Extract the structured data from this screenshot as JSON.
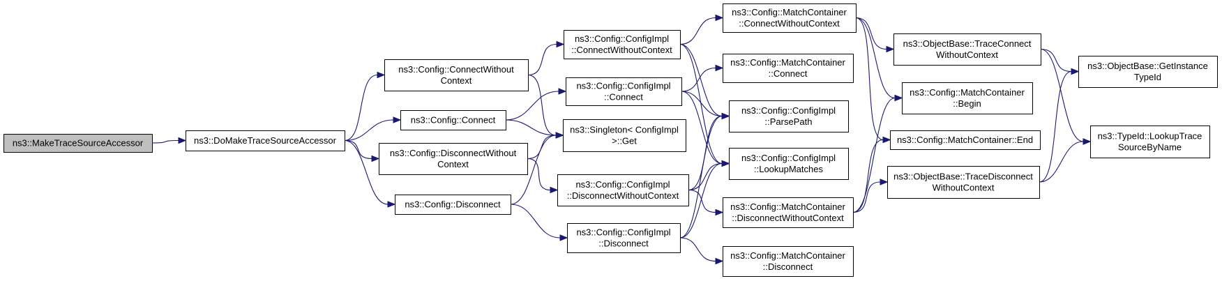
{
  "graph": {
    "nodes": {
      "make_trace_source_accessor": {
        "lines": [
          "ns3::MakeTraceSourceAccessor"
        ],
        "root": true
      },
      "do_make_trace_source_accessor": {
        "lines": [
          "ns3::DoMakeTraceSourceAccessor"
        ]
      },
      "config_connect_without_context": {
        "lines": [
          "ns3::Config::ConnectWithout",
          "Context"
        ]
      },
      "config_connect": {
        "lines": [
          "ns3::Config::Connect"
        ]
      },
      "config_disconnect_without_context": {
        "lines": [
          "ns3::Config::DisconnectWithout",
          "Context"
        ]
      },
      "config_disconnect": {
        "lines": [
          "ns3::Config::Disconnect"
        ]
      },
      "configimpl_connect_without_context": {
        "lines": [
          "ns3::Config::ConfigImpl",
          "::ConnectWithoutContext"
        ]
      },
      "configimpl_connect": {
        "lines": [
          "ns3::Config::ConfigImpl",
          "::Connect"
        ]
      },
      "singleton_get": {
        "lines": [
          "ns3::Singleton< ConfigImpl",
          ">::Get"
        ]
      },
      "configimpl_disconnect_without_context": {
        "lines": [
          "ns3::Config::ConfigImpl",
          "::DisconnectWithoutContext"
        ]
      },
      "configimpl_disconnect": {
        "lines": [
          "ns3::Config::ConfigImpl",
          "::Disconnect"
        ]
      },
      "matchcontainer_connect_without_context": {
        "lines": [
          "ns3::Config::MatchContainer",
          "::ConnectWithoutContext"
        ]
      },
      "matchcontainer_connect": {
        "lines": [
          "ns3::Config::MatchContainer",
          "::Connect"
        ]
      },
      "configimpl_parse_path": {
        "lines": [
          "ns3::Config::ConfigImpl",
          "::ParsePath"
        ]
      },
      "configimpl_lookup_matches": {
        "lines": [
          "ns3::Config::ConfigImpl",
          "::LookupMatches"
        ]
      },
      "matchcontainer_disconnect_without_context": {
        "lines": [
          "ns3::Config::MatchContainer",
          "::DisconnectWithoutContext"
        ]
      },
      "matchcontainer_disconnect": {
        "lines": [
          "ns3::Config::MatchContainer",
          "::Disconnect"
        ]
      },
      "objectbase_trace_connect_without_context": {
        "lines": [
          "ns3::ObjectBase::TraceConnect",
          "WithoutContext"
        ]
      },
      "matchcontainer_begin": {
        "lines": [
          "ns3::Config::MatchContainer",
          "::Begin"
        ]
      },
      "matchcontainer_end": {
        "lines": [
          "ns3::Config::MatchContainer::End"
        ]
      },
      "objectbase_trace_disconnect_without_context": {
        "lines": [
          "ns3::ObjectBase::TraceDisconnect",
          "WithoutContext"
        ]
      },
      "objectbase_get_instance_type_id": {
        "lines": [
          "ns3::ObjectBase::GetInstance",
          "TypeId"
        ]
      },
      "typeid_lookup_trace_source_by_name": {
        "lines": [
          "ns3::TypeId::LookupTrace",
          "SourceByName"
        ]
      }
    },
    "edges": [
      [
        "make_trace_source_accessor",
        "do_make_trace_source_accessor"
      ],
      [
        "do_make_trace_source_accessor",
        "config_connect_without_context"
      ],
      [
        "do_make_trace_source_accessor",
        "config_connect"
      ],
      [
        "do_make_trace_source_accessor",
        "config_disconnect_without_context"
      ],
      [
        "do_make_trace_source_accessor",
        "config_disconnect"
      ],
      [
        "config_connect_without_context",
        "configimpl_connect_without_context"
      ],
      [
        "config_connect_without_context",
        "singleton_get"
      ],
      [
        "config_connect",
        "configimpl_connect"
      ],
      [
        "config_connect",
        "singleton_get"
      ],
      [
        "config_disconnect_without_context",
        "singleton_get"
      ],
      [
        "config_disconnect_without_context",
        "configimpl_disconnect_without_context"
      ],
      [
        "config_disconnect",
        "singleton_get"
      ],
      [
        "config_disconnect",
        "configimpl_disconnect"
      ],
      [
        "configimpl_connect_without_context",
        "matchcontainer_connect_without_context"
      ],
      [
        "configimpl_connect_without_context",
        "configimpl_parse_path"
      ],
      [
        "configimpl_connect_without_context",
        "configimpl_lookup_matches"
      ],
      [
        "configimpl_connect",
        "matchcontainer_connect"
      ],
      [
        "configimpl_connect",
        "configimpl_parse_path"
      ],
      [
        "configimpl_connect",
        "configimpl_lookup_matches"
      ],
      [
        "configimpl_disconnect_without_context",
        "configimpl_parse_path"
      ],
      [
        "configimpl_disconnect_without_context",
        "configimpl_lookup_matches"
      ],
      [
        "configimpl_disconnect_without_context",
        "matchcontainer_disconnect_without_context"
      ],
      [
        "configimpl_disconnect",
        "configimpl_parse_path"
      ],
      [
        "configimpl_disconnect",
        "configimpl_lookup_matches"
      ],
      [
        "configimpl_disconnect",
        "matchcontainer_disconnect"
      ],
      [
        "matchcontainer_connect_without_context",
        "objectbase_trace_connect_without_context"
      ],
      [
        "matchcontainer_connect_without_context",
        "matchcontainer_begin"
      ],
      [
        "matchcontainer_connect_without_context",
        "matchcontainer_end"
      ],
      [
        "matchcontainer_disconnect_without_context",
        "matchcontainer_begin"
      ],
      [
        "matchcontainer_disconnect_without_context",
        "matchcontainer_end"
      ],
      [
        "matchcontainer_disconnect_without_context",
        "objectbase_trace_disconnect_without_context"
      ],
      [
        "objectbase_trace_connect_without_context",
        "objectbase_get_instance_type_id"
      ],
      [
        "objectbase_trace_connect_without_context",
        "typeid_lookup_trace_source_by_name"
      ],
      [
        "objectbase_trace_disconnect_without_context",
        "objectbase_get_instance_type_id"
      ],
      [
        "objectbase_trace_disconnect_without_context",
        "typeid_lookup_trace_source_by_name"
      ]
    ]
  },
  "colors": {
    "edge": "#191970",
    "node_border": "#000000",
    "node_fill": "#ffffff",
    "root_fill": "#bfbfbf"
  }
}
